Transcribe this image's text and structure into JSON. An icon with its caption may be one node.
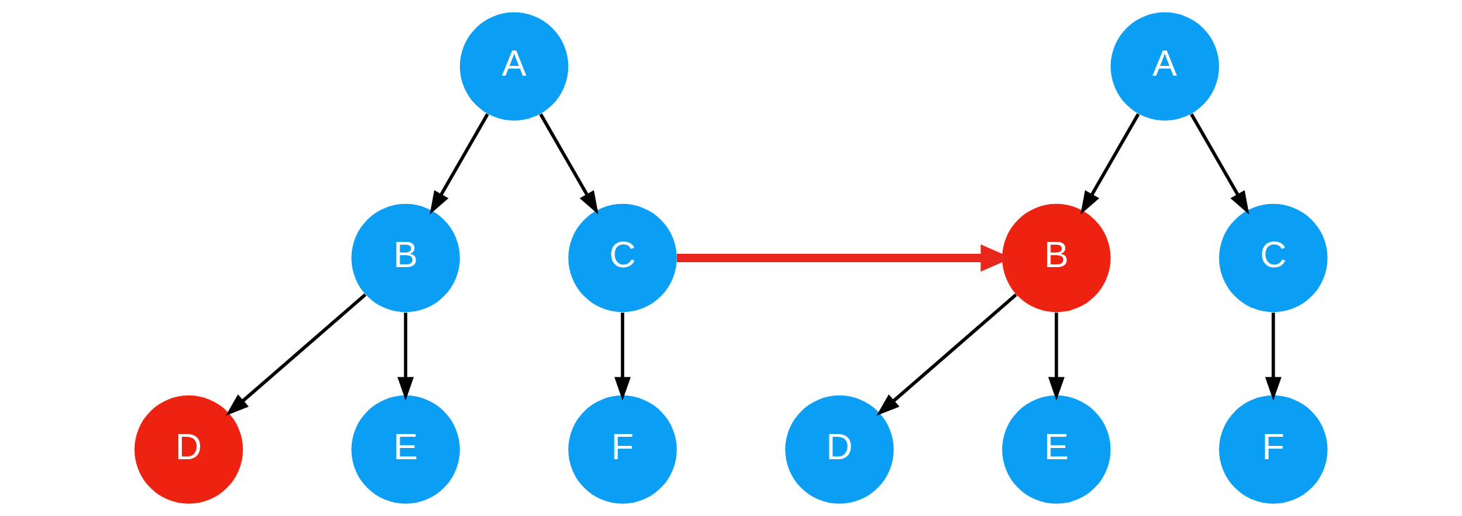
{
  "diagram": {
    "nodes": [
      {
        "text": [
          "A"
        ]
      },
      {
        "text": [
          "B"
        ]
      },
      {
        "text": [
          "C"
        ]
      },
      {
        "text": [
          "D"
        ]
      },
      {
        "text": [
          "E"
        ]
      },
      {
        "text": [
          "F"
        ]
      },
      {
        "text": [
          "A"
        ]
      },
      {
        "text": [
          "B"
        ]
      },
      {
        "text": [
          "C"
        ]
      },
      {
        "text": [
          "D"
        ]
      },
      {
        "text": [
          "E"
        ]
      },
      {
        "text": [
          "F"
        ]
      }
    ],
    "edges": [
      {
        "from": 0,
        "to": 1,
        "arrow": "to"
      },
      {
        "from": 0,
        "to": 2,
        "arrow": "to"
      },
      {
        "from": 1,
        "to": 3,
        "arrow": "to"
      },
      {
        "from": 1,
        "to": 4,
        "arrow": "to"
      },
      {
        "from": 2,
        "to": 5,
        "arrow": "to"
      },
      {
        "from": 2,
        "to": 7,
        "arrow": "to",
        "style": "thick",
        "color": "#e8261b"
      },
      {
        "from": 6,
        "to": 7,
        "arrow": "to"
      },
      {
        "from": 6,
        "to": 8,
        "arrow": "to"
      },
      {
        "from": 7,
        "to": 9,
        "arrow": "to"
      },
      {
        "from": 7,
        "to": 10,
        "arrow": "to"
      },
      {
        "from": 8,
        "to": 11,
        "arrow": "to"
      }
    ]
  }
}
